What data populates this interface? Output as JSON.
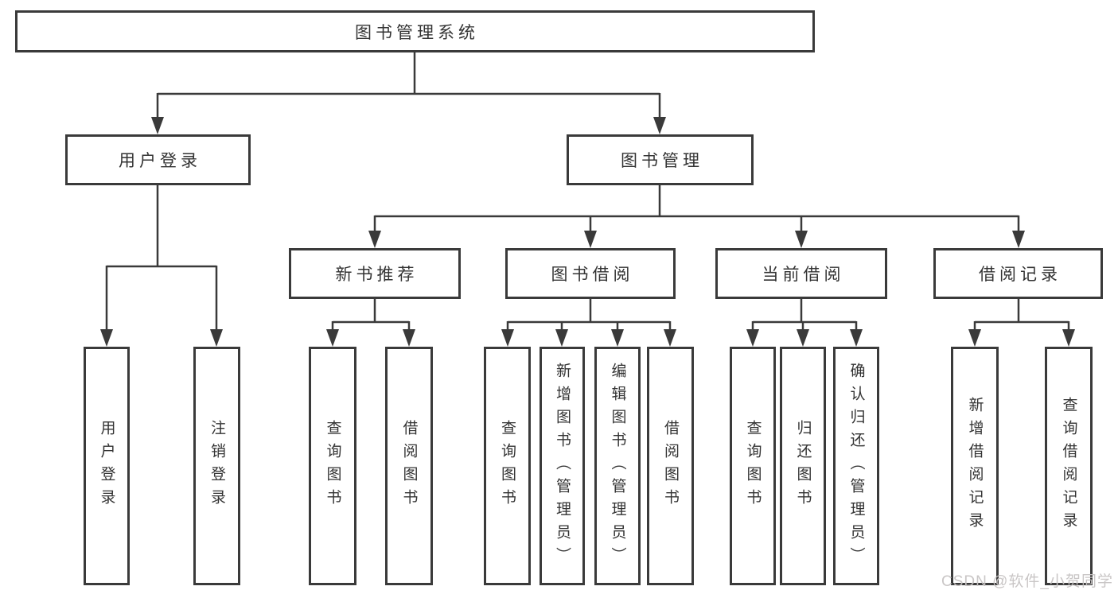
{
  "tree": {
    "root": "图书管理系统",
    "level2": [
      "用户登录",
      "图书管理"
    ],
    "level3": [
      "新书推荐",
      "图书借阅",
      "当前借阅",
      "借阅记录"
    ],
    "leaves_user_login": [
      "用户登录",
      "注销登录"
    ],
    "leaves_new_book_recommend": [
      "查询图书",
      "借阅图书"
    ],
    "leaves_book_borrow": [
      "查询图书",
      "新增图书（管理员）",
      "编辑图书（管理员）",
      "借阅图书"
    ],
    "leaves_current_borrow": [
      "查询图书",
      "归还图书",
      "确认归还（管理员）"
    ],
    "leaves_borrow_record": [
      "新增借阅记录",
      "查询借阅记录"
    ]
  },
  "watermark": "CSDN @软件_小贺同学",
  "colors": {
    "line": "#3a3a3a",
    "text": "#333333",
    "background": "#ffffff",
    "watermark": "#c7c3c3"
  }
}
